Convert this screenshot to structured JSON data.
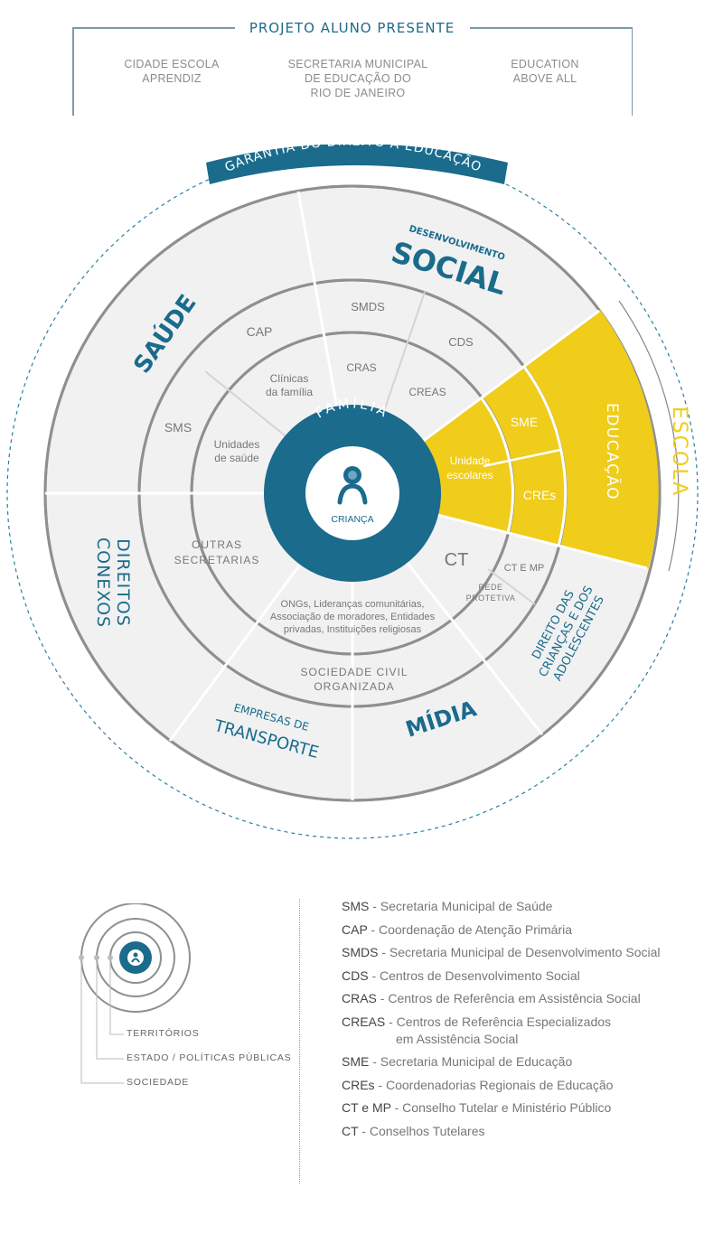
{
  "header": {
    "title": "PROJETO ALUNO PRESENTE",
    "partners": [
      {
        "line1": "CIDADE ESCOLA",
        "line2": "APRENDIZ",
        "line3": ""
      },
      {
        "line1": "SECRETARIA MUNICIPAL",
        "line2": "DE EDUCAÇÃO DO",
        "line3": "RIO DE JANEIRO"
      },
      {
        "line1": "EDUCATION",
        "line2": "ABOVE ALL",
        "line3": ""
      }
    ]
  },
  "diagram": {
    "banner": "GARANTIA DO DIREITO À EDUCAÇÃO",
    "escola": "ESCOLA",
    "center": {
      "familia": "FAMÍLIA",
      "crianca": "CRIANÇA"
    },
    "sectors": {
      "saude": "SAÚDE",
      "social_small": "DESENVOLVIMENTO",
      "social_big": "SOCIAL",
      "educacao": "EDUCAÇÃO",
      "direito_line1": "DIREITO DAS",
      "direito_line2": "CRIANÇAS E DOS",
      "direito_line3": "ADOLESCENTES",
      "midia": "MÍDIA",
      "empresas_small": "EMPRESAS DE",
      "empresas_big": "TRANSPORTE",
      "conexos_line1": "DIREITOS",
      "conexos_line2": "CONEXOS"
    },
    "middle": {
      "cap": "CAP",
      "sms": "SMS",
      "smds": "SMDS",
      "cds": "CDS",
      "sme": "SME",
      "cres": "CREs",
      "ct": "CT",
      "ctmp": "CT E MP",
      "outras_line1": "OUTRAS",
      "outras_line2": "SECRETARIAS",
      "sociedade_line1": "SOCIEDADE CIVIL",
      "sociedade_line2": "ORGANIZADA"
    },
    "inner": {
      "clinicas_line1": "Clínicas",
      "clinicas_line2": "da família",
      "unidades_saude_line1": "Unidades",
      "unidades_saude_line2": "de saúde",
      "cras": "CRAS",
      "creas": "CREAS",
      "unidade_escolares_line1": "Unidade",
      "unidade_escolares_line2": "escolares",
      "rede_line1": "REDE",
      "rede_line2": "PROTETIVA",
      "ongs_line1": "ONGs, Lideranças comunitárias,",
      "ongs_line2": "Associação de moradores, Entidades",
      "ongs_line3": "privadas, Instituições religiosas"
    },
    "colors": {
      "blue": "#1a6b8c",
      "yellow": "#f0cc1b",
      "ring_fill": "#f1f1f1",
      "ring_stroke": "#8f8f8f",
      "dash": "#2a7fa3"
    }
  },
  "mini_legend": {
    "territorios": "TERRITÓRIOS",
    "estado": "ESTADO / POLÍTICAS PÚBLICAS",
    "sociedade": "SOCIEDADE"
  },
  "glossary": [
    {
      "abbr": "SMS",
      "desc": " - Secretaria Municipal de Saúde",
      "cont": ""
    },
    {
      "abbr": "CAP",
      "desc": " - Coordenação de Atenção Primária",
      "cont": ""
    },
    {
      "abbr": "SMDS",
      "desc": " - Secretaria Municipal de Desenvolvimento Social",
      "cont": ""
    },
    {
      "abbr": "CDS",
      "desc": " - Centros de Desenvolvimento Social",
      "cont": ""
    },
    {
      "abbr": "CRAS",
      "desc": " - Centros de Referência em Assistência Social",
      "cont": ""
    },
    {
      "abbr": "CREAS",
      "desc": " - Centros de Referência Especializados",
      "cont": "em Assistência Social"
    },
    {
      "abbr": "SME",
      "desc": " - Secretaria Municipal de Educação",
      "cont": ""
    },
    {
      "abbr": "CREs",
      "desc": " - Coordenadorias Regionais de Educação",
      "cont": ""
    },
    {
      "abbr": "CT e MP",
      "desc": " - Conselho Tutelar e Ministério Público",
      "cont": ""
    },
    {
      "abbr": "CT",
      "desc": " - Conselhos Tutelares",
      "cont": ""
    }
  ]
}
